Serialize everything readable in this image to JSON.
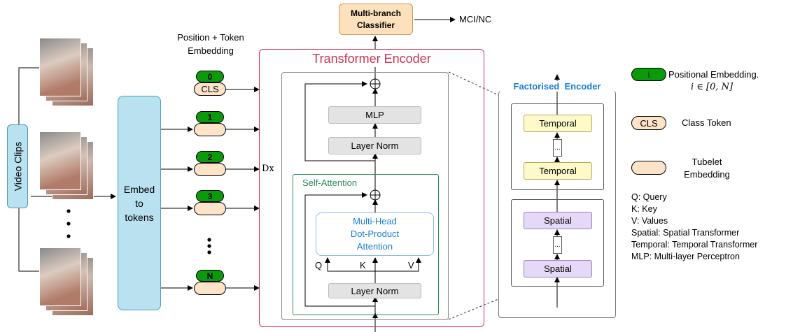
{
  "input": {
    "video_clips_label": "Video Clips",
    "embed_label_lines": [
      "Embed",
      "to",
      "tokens"
    ],
    "embedding_header_lines": [
      "Position + Token",
      "Embedding"
    ],
    "token_indices": [
      "0",
      "1",
      "2",
      "3",
      "N"
    ],
    "cls_token": "CLS"
  },
  "transformer": {
    "title": "Transformer Encoder",
    "repeat_label": "Dx",
    "mlp": "MLP",
    "layer_norm_top": "Layer Norm",
    "layer_norm_bottom": "Layer Norm",
    "self_attention": "Self-Attention",
    "attention_lines": [
      "Multi-Head",
      "Dot-Product",
      "Attention"
    ],
    "q": "Q",
    "k": "K",
    "v": "V"
  },
  "classifier": {
    "label_lines": [
      "Multi-branch",
      "Classifier"
    ],
    "output": "MCI/NC"
  },
  "factorised": {
    "title": "Factorised  Encoder",
    "temporal_top": "Temporal",
    "temporal_bottom": "Temporal",
    "spatial_top": "Spatial",
    "spatial_bottom": "Spatial",
    "ellipsis": "..."
  },
  "legend": {
    "pos_icon_text": "i",
    "pos_label": "Positional Embedding.",
    "pos_range": "i ∈ [0, N]",
    "cls_icon_text": "CLS",
    "cls_label": "Class Token",
    "tubelet_label_lines": [
      "Tubelet",
      "Embedding"
    ],
    "abbreviations": [
      "Q: Query",
      "K: Key",
      "V: Values",
      "Spatial: Spatial Transformer",
      "Temporal: Temporal Transformer",
      "MLP: Multi-layer Perceptron"
    ]
  },
  "colors": {
    "token_green": "#0a9a0a",
    "token_peach": "#fde3c8",
    "embed_blue": "#b9e1ef",
    "classifier_orange": "#fde1bd",
    "encoder_red": "#d03050",
    "self_attn_green": "#2e8b57",
    "factorised_blue": "#1a7fd1",
    "temporal_yellow": "#fdf9c8",
    "spatial_lavender": "#e6d9f7",
    "gray_block": "#e3e3e3"
  }
}
